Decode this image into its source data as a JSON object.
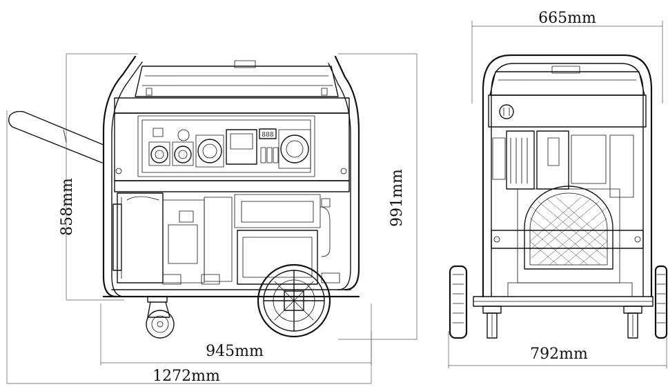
{
  "dimensions": {
    "side_height": "858mm",
    "side_total_height": "991mm",
    "side_wheelbase": "945mm",
    "side_total_length": "1272mm",
    "front_top_width": "665mm",
    "front_total_width": "792mm"
  },
  "control_panel": {
    "meter_display": "888"
  }
}
